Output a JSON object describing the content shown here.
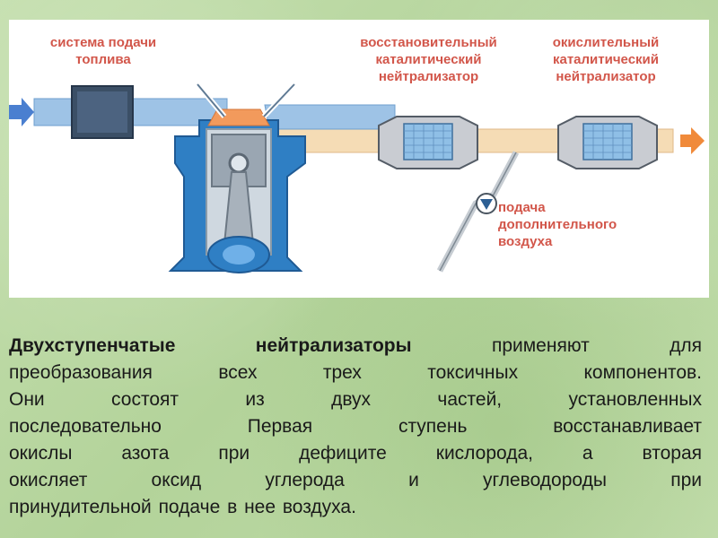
{
  "diagram": {
    "labels": {
      "fuel_system": "система подачи\nтоплива",
      "reduction_catalyst": "восстановительный\nкаталитический\nнейтрализатор",
      "oxidation_catalyst": "окислительный\nкаталитический\nнейтрализатор",
      "air_supply": "подача\nдополнительного\nвоздуха"
    },
    "colors": {
      "label_red": "#d2564a",
      "intake_pipe": "#9ec3e6",
      "exhaust_pipe": "#f5dcb5",
      "engine_blue": "#2f7fc4",
      "flow_in_arrow": "#4a7fd0",
      "flow_out_arrow": "#f08a3a",
      "catalyst_core": "#8fbfe6"
    },
    "icons": [
      "intake-arrow-icon",
      "exhaust-arrow-icon",
      "check-valve-icon"
    ]
  },
  "description": {
    "bold_lead": "Двухступенчатые нейтрализаторы",
    "line1_rest": " применяют для",
    "lines": [
      "преобразования всех трех токсичных компонентов.",
      "Они состоят из двух частей, установленных",
      "последовательно Первая ступень восстанавливает",
      "окислы азота при дефиците кислорода, а вторая",
      "окисляет оксид углерода и углеводороды при"
    ],
    "last_line": "принудительной подаче в нее воздуха."
  }
}
